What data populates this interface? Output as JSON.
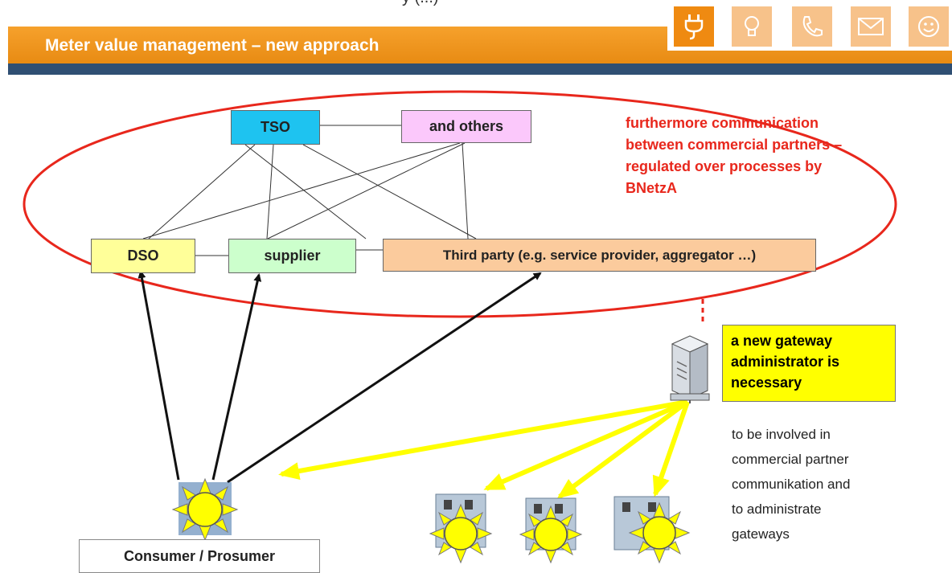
{
  "header": {
    "title": "Meter value management – new approach",
    "top_clipped_text": "y (...)",
    "nav_icons": [
      "plug-icon",
      "bulb-icon",
      "phone-icon",
      "mail-icon",
      "face-icon"
    ],
    "active_color": "#ef8a11",
    "inactive_color": "#f7c28a",
    "bar_color": "#f39c1f",
    "stripe_color": "#2f4f73"
  },
  "diagram": {
    "nodes": {
      "tso": "TSO",
      "others": "and others",
      "dso": "DSO",
      "supplier": "supplier",
      "third_party": "Third party (e.g. service provider, aggregator …)",
      "consumer": "Consumer / Prosumer"
    },
    "node_colors": {
      "tso": "#1ec3f0",
      "others": "#fbc8fb",
      "dso": "#ffff99",
      "supplier": "#ccffcc",
      "third_party": "#fbcb9d"
    },
    "red_annotation": [
      "furthermore communication",
      "between commercial partners –",
      "regulated over processes by",
      "BNetzA"
    ],
    "gateway_admin": [
      "a new gateway",
      "administrator is",
      "necessary"
    ],
    "gateway_note": [
      "to be involved in",
      "commercial partner",
      "communikation and",
      "to administrate",
      "gateways"
    ]
  }
}
